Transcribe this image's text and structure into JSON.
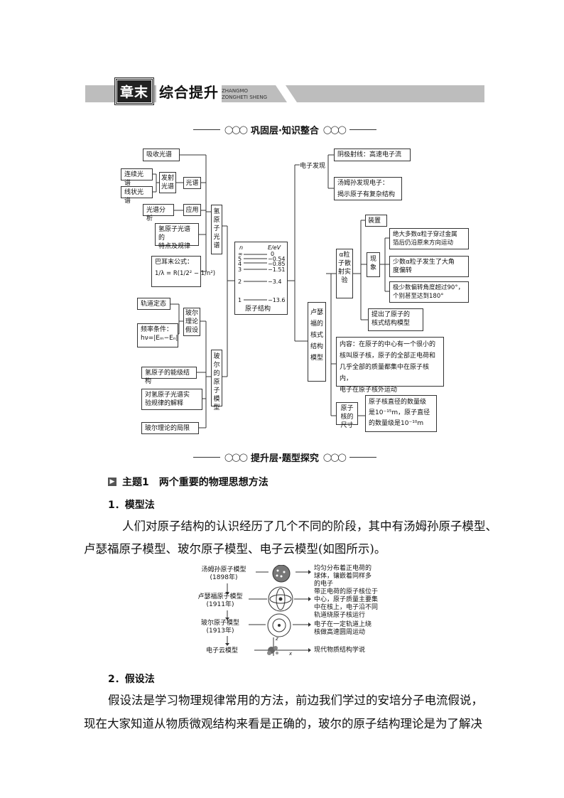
{
  "header": {
    "title_part1": "章末",
    "title_part2": "综合提升",
    "pinyin_line1": "ZHANGMO",
    "pinyin_line2": "ZONGHETI SHENG"
  },
  "section1": {
    "title": "巩固层·知识整合"
  },
  "section2": {
    "title": "提升层·题型探究"
  },
  "mindmap": {
    "absorb": "吸收光谱",
    "continuous": "连续光谱",
    "line_spec": "线状光谱",
    "emission": "发射\n光谱",
    "spectrum": "光谱",
    "analysis": "光谱分析",
    "application": "应用",
    "features": "氢原子光谱的\n特点及规律",
    "balmer_title": "巴耳末公式：",
    "balmer_formula": "1/λ = R(1/2² − 1/n²)",
    "hydrogen_spectrum": "氢原子光谱",
    "orbit": "轨道定态",
    "freq_cond": "频率条件：",
    "freq_formula": "hν=|Eₘ−Eₙ|",
    "bohr_hyp": "玻尔理论假设",
    "energy_structure": "氢原子的能级结构",
    "explain": "对氢原子光谱实\n验规律的解释",
    "limits": "玻尔理论的局限",
    "bohr_model": "玻尔的原子模型",
    "level_n": "n",
    "level_e": "E/eV",
    "levels": [
      {
        "n": "∞",
        "e": "0"
      },
      {
        "n": "5",
        "e": "−0.54"
      },
      {
        "n": "4",
        "e": "−0.85"
      },
      {
        "n": "3",
        "e": "−1.51"
      },
      {
        "n": "2",
        "e": "−3.4"
      },
      {
        "n": "1",
        "e": "−13.6"
      }
    ],
    "atom_structure": "原子结构",
    "electron_discovery": "电子发现",
    "cathode": "阴极射线：高速电子流",
    "thomson_1": "汤姆孙发现电子：",
    "thomson_2": "揭示原子有复杂结构",
    "alpha_exp": "α粒子散射实验",
    "device": "装置",
    "phenomenon": "现象",
    "ph1": "绝大多数α粒子穿过金属\n箔后仍沿原来方向运动",
    "ph2": "少数α粒子发生了大角\n度偏转",
    "ph3": "极少数偏转角度超过90°，\n个别甚至达到180°",
    "nuclear_proposed": "提出了原子的\n核式结构模型",
    "rutherford_model": "卢瑟福的核式结构模型",
    "content": "内容：在原子的中心有一个很小的\n核叫原子核，原子的全部正电荷和\n几乎全部的质量都集中在原子核内，\n电子在原子核外运动",
    "nucleus_size": "原子核的尺寸",
    "size_desc": "原子核直径的数量级\n是10⁻¹⁵m，原子直径\n的数量级是10⁻¹⁰m"
  },
  "topic": {
    "label": "主题1　两个重要的物理思想方法"
  },
  "sub1": {
    "title": "1．模型法"
  },
  "para1": {
    "line1": "人们对原子结构的认识经历了几个不同的阶段，其中有汤姆孙原子模型、",
    "line2": "卢瑟福原子模型、玻尔原子模型、电子云模型(如图所示)。"
  },
  "figure": {
    "m1": "汤姆孙原子模型\n(1898年)",
    "m2": "卢瑟福原子模型\n(1911年)",
    "m3": "玻尔原子模型\n(1913年)",
    "m4": "电子云模型",
    "d1": "均匀分布着正电荷的\n球体，镶嵌着同样多\n的电子",
    "d2": "带正电荷的原子核位于\n中心，原子质量主要集\n中在核上，电子沿不同\n轨道绕原子核运行",
    "d3": "电子在一定轨道上绕\n核做高速圆周运动",
    "d4": "现代物质结构学说",
    "axis_z": "z",
    "axis_x": "x"
  },
  "sub2": {
    "title": "2．假设法"
  },
  "para2": {
    "line1": "假设法是学习物理规律常用的方法，前边我们学过的安培分子电流假说，",
    "line2": "现在大家知道从物质微观结构来看是正确的，玻尔的原子结构理论是为了解决"
  }
}
